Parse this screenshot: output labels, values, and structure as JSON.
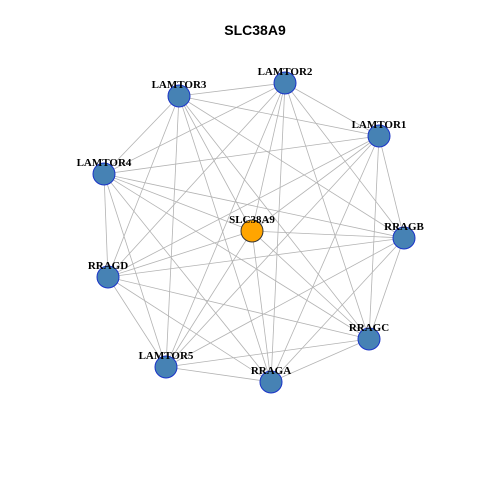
{
  "title": "SLC38A9",
  "colors": {
    "node_fill": "#4682B4",
    "center_fill": "#FFA500",
    "node_border": "#1A33C8",
    "edge": "#B3B3B3"
  },
  "nodes": [
    {
      "id": "SLC38A9",
      "label": "SLC38A9",
      "role": "center"
    },
    {
      "id": "LAMTOR1",
      "label": "LAMTOR1",
      "role": "partner"
    },
    {
      "id": "LAMTOR2",
      "label": "LAMTOR2",
      "role": "partner"
    },
    {
      "id": "LAMTOR3",
      "label": "LAMTOR3",
      "role": "partner"
    },
    {
      "id": "LAMTOR4",
      "label": "LAMTOR4",
      "role": "partner"
    },
    {
      "id": "LAMTOR5",
      "label": "LAMTOR5",
      "role": "partner"
    },
    {
      "id": "RRAGA",
      "label": "RRAGA",
      "role": "partner"
    },
    {
      "id": "RRAGB",
      "label": "RRAGB",
      "role": "partner"
    },
    {
      "id": "RRAGC",
      "label": "RRAGC",
      "role": "partner"
    },
    {
      "id": "RRAGD",
      "label": "RRAGD",
      "role": "partner"
    }
  ],
  "edges": [
    [
      "SLC38A9",
      "LAMTOR1"
    ],
    [
      "SLC38A9",
      "LAMTOR2"
    ],
    [
      "SLC38A9",
      "LAMTOR3"
    ],
    [
      "SLC38A9",
      "LAMTOR4"
    ],
    [
      "SLC38A9",
      "LAMTOR5"
    ],
    [
      "SLC38A9",
      "RRAGA"
    ],
    [
      "SLC38A9",
      "RRAGB"
    ],
    [
      "SLC38A9",
      "RRAGC"
    ],
    [
      "SLC38A9",
      "RRAGD"
    ],
    [
      "LAMTOR1",
      "LAMTOR2"
    ],
    [
      "LAMTOR1",
      "LAMTOR3"
    ],
    [
      "LAMTOR1",
      "LAMTOR4"
    ],
    [
      "LAMTOR1",
      "LAMTOR5"
    ],
    [
      "LAMTOR1",
      "RRAGA"
    ],
    [
      "LAMTOR1",
      "RRAGB"
    ],
    [
      "LAMTOR1",
      "RRAGC"
    ],
    [
      "LAMTOR1",
      "RRAGD"
    ],
    [
      "LAMTOR2",
      "LAMTOR3"
    ],
    [
      "LAMTOR2",
      "LAMTOR4"
    ],
    [
      "LAMTOR2",
      "LAMTOR5"
    ],
    [
      "LAMTOR2",
      "RRAGA"
    ],
    [
      "LAMTOR2",
      "RRAGB"
    ],
    [
      "LAMTOR2",
      "RRAGC"
    ],
    [
      "LAMTOR2",
      "RRAGD"
    ],
    [
      "LAMTOR3",
      "LAMTOR4"
    ],
    [
      "LAMTOR3",
      "LAMTOR5"
    ],
    [
      "LAMTOR3",
      "RRAGA"
    ],
    [
      "LAMTOR3",
      "RRAGB"
    ],
    [
      "LAMTOR3",
      "RRAGC"
    ],
    [
      "LAMTOR3",
      "RRAGD"
    ],
    [
      "LAMTOR4",
      "LAMTOR5"
    ],
    [
      "LAMTOR4",
      "RRAGA"
    ],
    [
      "LAMTOR4",
      "RRAGB"
    ],
    [
      "LAMTOR4",
      "RRAGC"
    ],
    [
      "LAMTOR4",
      "RRAGD"
    ],
    [
      "LAMTOR5",
      "RRAGA"
    ],
    [
      "LAMTOR5",
      "RRAGB"
    ],
    [
      "LAMTOR5",
      "RRAGC"
    ],
    [
      "LAMTOR5",
      "RRAGD"
    ],
    [
      "RRAGA",
      "RRAGB"
    ],
    [
      "RRAGA",
      "RRAGC"
    ],
    [
      "RRAGA",
      "RRAGD"
    ],
    [
      "RRAGB",
      "RRAGC"
    ],
    [
      "RRAGB",
      "RRAGD"
    ],
    [
      "RRAGC",
      "RRAGD"
    ]
  ]
}
